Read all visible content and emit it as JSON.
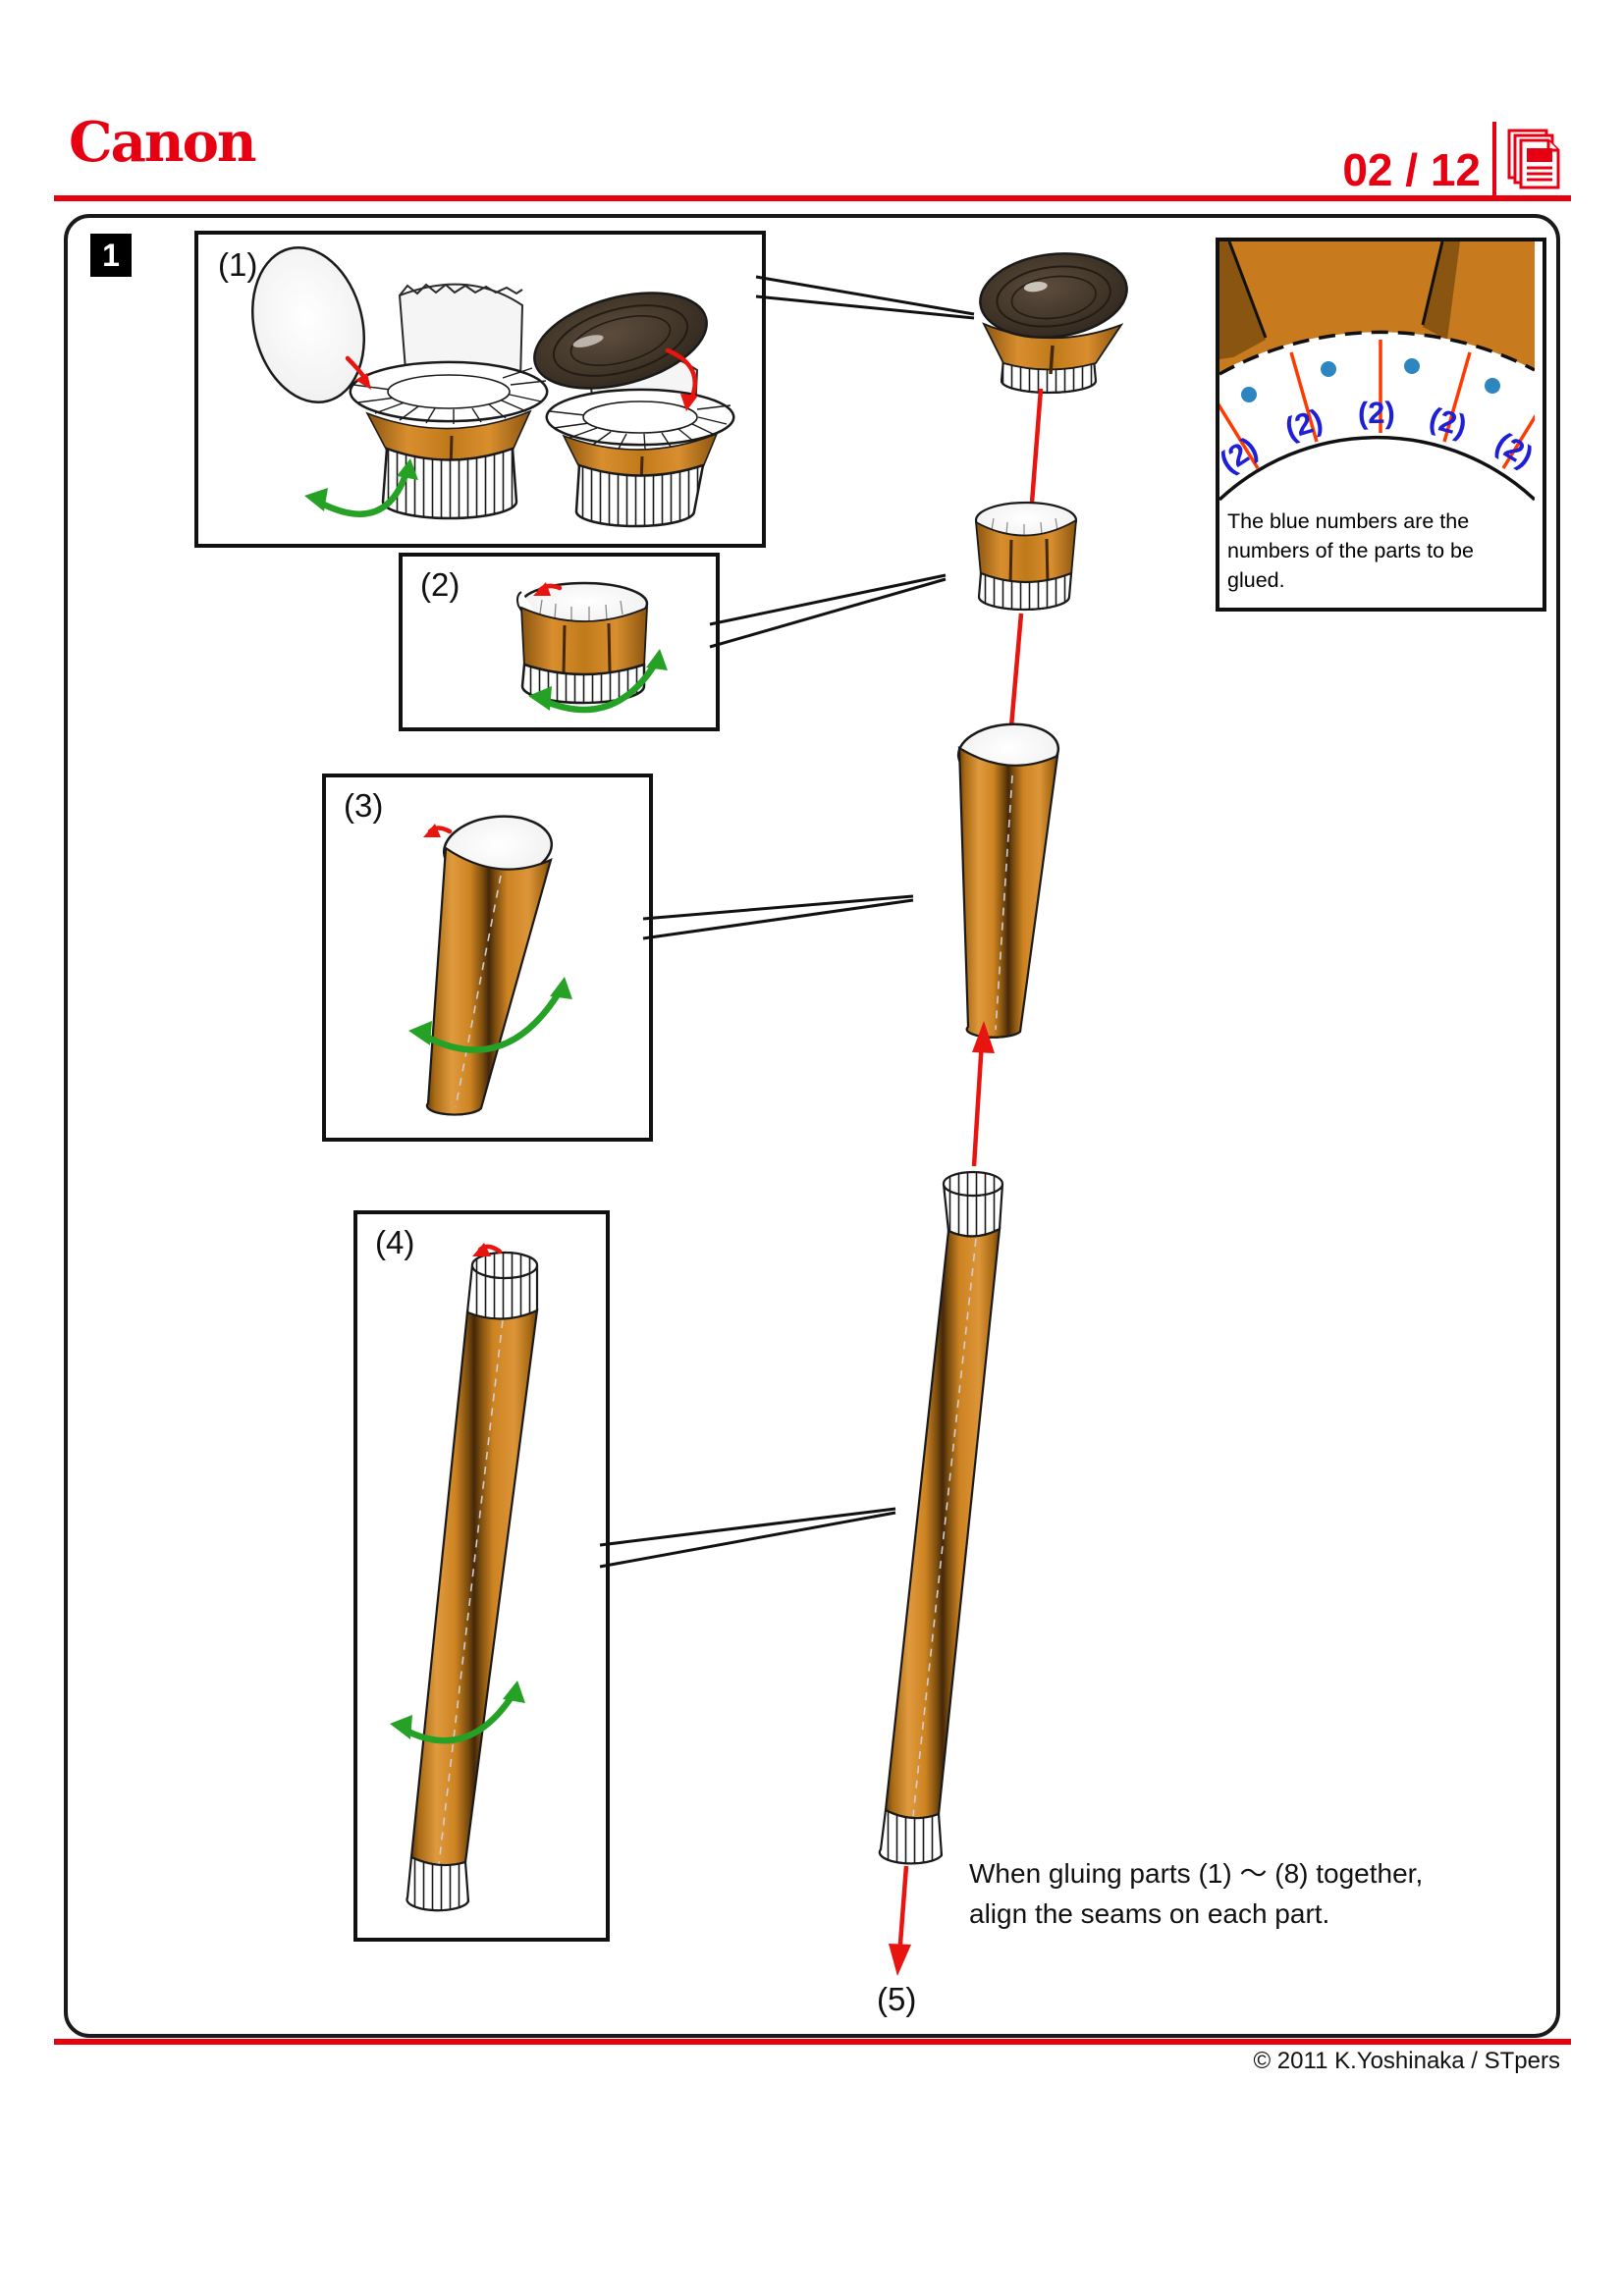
{
  "header": {
    "logo": "Canon",
    "page": "02 / 12"
  },
  "step": {
    "number": "1"
  },
  "boxes": {
    "b1": "(1)",
    "b2": "(2)",
    "b3": "(3)",
    "b4": "(4)"
  },
  "labels": {
    "part5": "(5)"
  },
  "detail": {
    "caption1": "The blue numbers are the",
    "caption2": "numbers of the parts to be",
    "caption3": "glued.",
    "glue_number": "(2)"
  },
  "note": {
    "line1": "When gluing parts (1) ～ (8) together,",
    "line2": "align the seams on each part."
  },
  "footer": {
    "copyright": "© 2011 K.Yoshinaka / STpers"
  },
  "colors": {
    "canon_red": "#e60012",
    "rule_red": "#e8000e",
    "arrow_red": "#e8140f",
    "rotate_green": "#25a125",
    "part_orange": "#cd8322",
    "glue_blue": "#1f1fd6",
    "dot_blue": "#2e86c1"
  }
}
